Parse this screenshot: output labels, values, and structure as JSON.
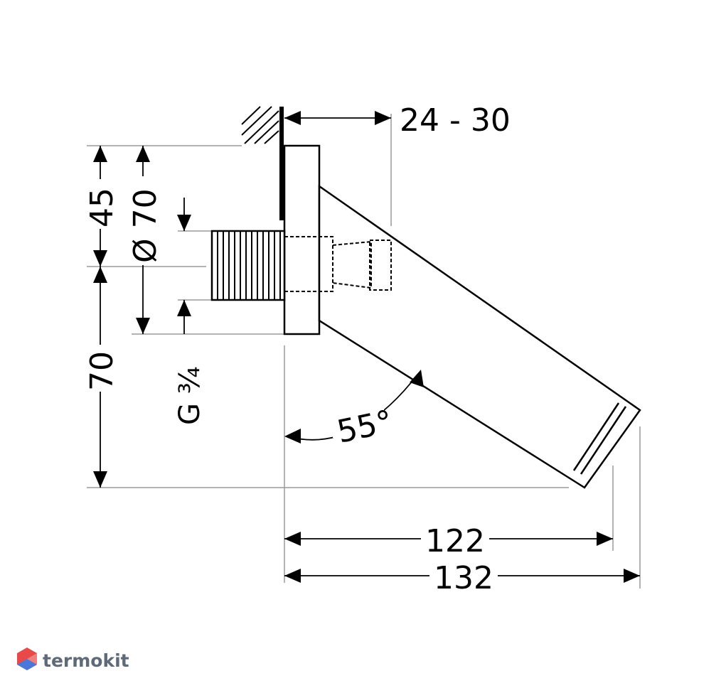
{
  "dimensions": {
    "wall_range": "24 - 30",
    "height_upper": "45",
    "diameter": "Ø 70",
    "height_lower": "70",
    "thread": "G ¾",
    "angle": "55°",
    "length_inner": "122",
    "length_outer": "132"
  },
  "watermark": {
    "text": "termokit"
  },
  "colors": {
    "line": "#000000",
    "guide": "#9a9a9a",
    "logo_red": "#e84a4a",
    "logo_blue": "#4a78d8"
  }
}
